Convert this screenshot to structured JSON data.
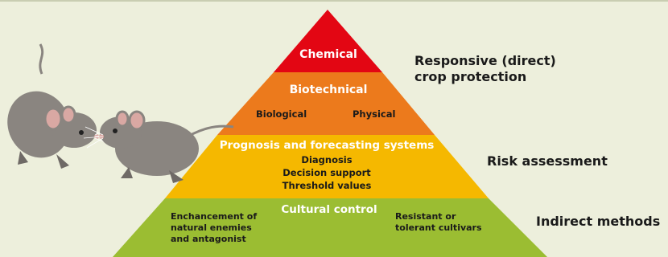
{
  "tiers": {
    "chemical": {
      "label": "Chemical",
      "color": "#e30613"
    },
    "biotechnical": {
      "label": "Biotechnical",
      "left": "Biological",
      "right": "Physical",
      "color": "#ec7a1c"
    },
    "prognosis": {
      "label": "Prognosis and forecasting systems",
      "items": [
        "Diagnosis",
        "Decision support",
        "Threshold values"
      ],
      "color": "#f5b800"
    },
    "cultural": {
      "label": "Cultural control",
      "left": [
        "Enchancement of",
        "natural enemies",
        "and antagonist"
      ],
      "right": [
        "Resistant or",
        "tolerant cultivars"
      ],
      "color": "#9bbd32"
    }
  },
  "side_labels": {
    "responsive": [
      "Responsive (direct)",
      "crop protection"
    ],
    "risk": "Risk assessment",
    "indirect": "Indirect methods"
  },
  "colors": {
    "background": "#edefdc",
    "mouse_body": "#8a8580",
    "mouse_ear": "#d9a8a3"
  }
}
